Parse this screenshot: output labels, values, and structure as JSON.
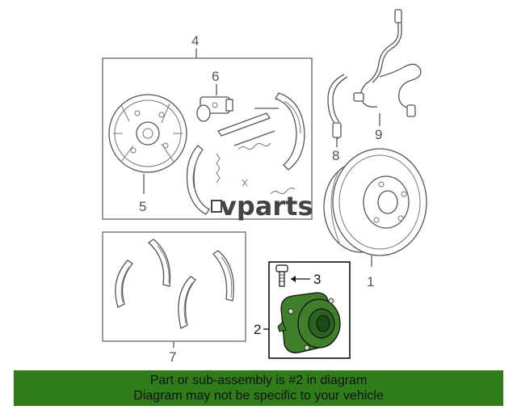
{
  "callouts": {
    "part_1": "1",
    "part_2": "2",
    "part_3": "3",
    "part_4": "4",
    "part_5": "5",
    "part_6": "6",
    "part_7": "7",
    "part_8": "8",
    "part_9": "9"
  },
  "watermark": "vparts",
  "footer": {
    "line1": "Part or sub-assembly is #2 in diagram",
    "line2": "Diagram may not be specific to your vehicle"
  },
  "colors": {
    "highlight_part": "#3f7f2a",
    "banner": "#2e7d18",
    "line_art": "#555555"
  }
}
